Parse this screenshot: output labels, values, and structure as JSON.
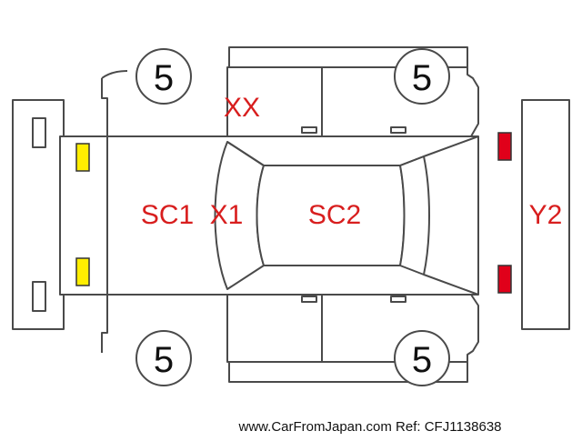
{
  "diagram": {
    "tires": {
      "front_left": "5",
      "rear_left": "5",
      "front_right": "5",
      "rear_right": "5"
    },
    "damage_codes": {
      "roof_edge": "XX",
      "hood_left": "SC1",
      "hood_right": "X1",
      "roof": "SC2",
      "rear": "Y2"
    },
    "markers": [
      {
        "name": "front-left-indicator",
        "color": "#ffee00"
      },
      {
        "name": "front-right-indicator",
        "color": "#ffee00"
      },
      {
        "name": "rear-left-indicator",
        "color": "#e0001a"
      },
      {
        "name": "rear-right-indicator",
        "color": "#e0001a"
      }
    ],
    "footer": "www.CarFromJapan.com Ref: CFJ1138638"
  }
}
